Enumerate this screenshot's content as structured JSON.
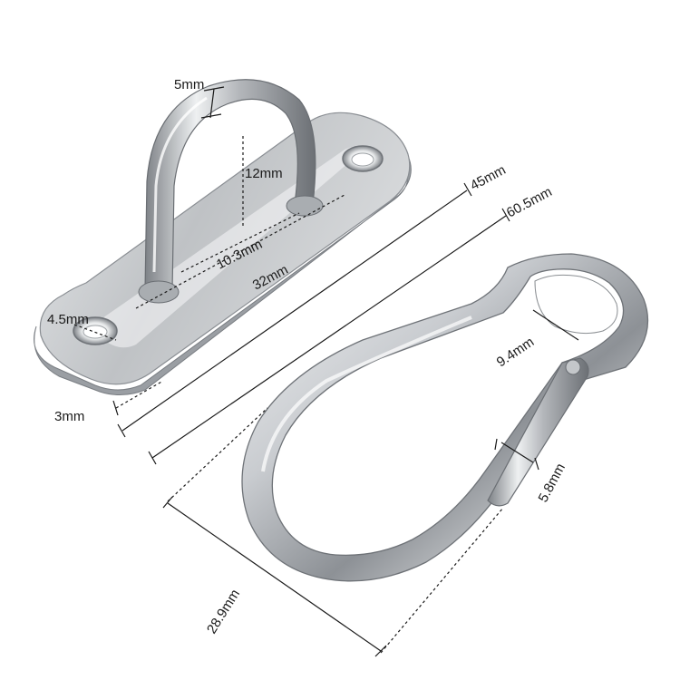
{
  "dimensions": {
    "rod_diameter": "5mm",
    "loop_height": "12mm",
    "loop_width": "10.3mm",
    "base_width": "32mm",
    "hole_diameter": "4.5mm",
    "base_thickness": "3mm",
    "base_length": "45mm",
    "total_length": "60.5mm",
    "hook_eye_width": "9.4mm",
    "gate_diameter": "5.8mm",
    "hook_width": "28.9mm"
  },
  "objects": [
    "pad-eye-plate",
    "snap-hook-carabiner"
  ]
}
